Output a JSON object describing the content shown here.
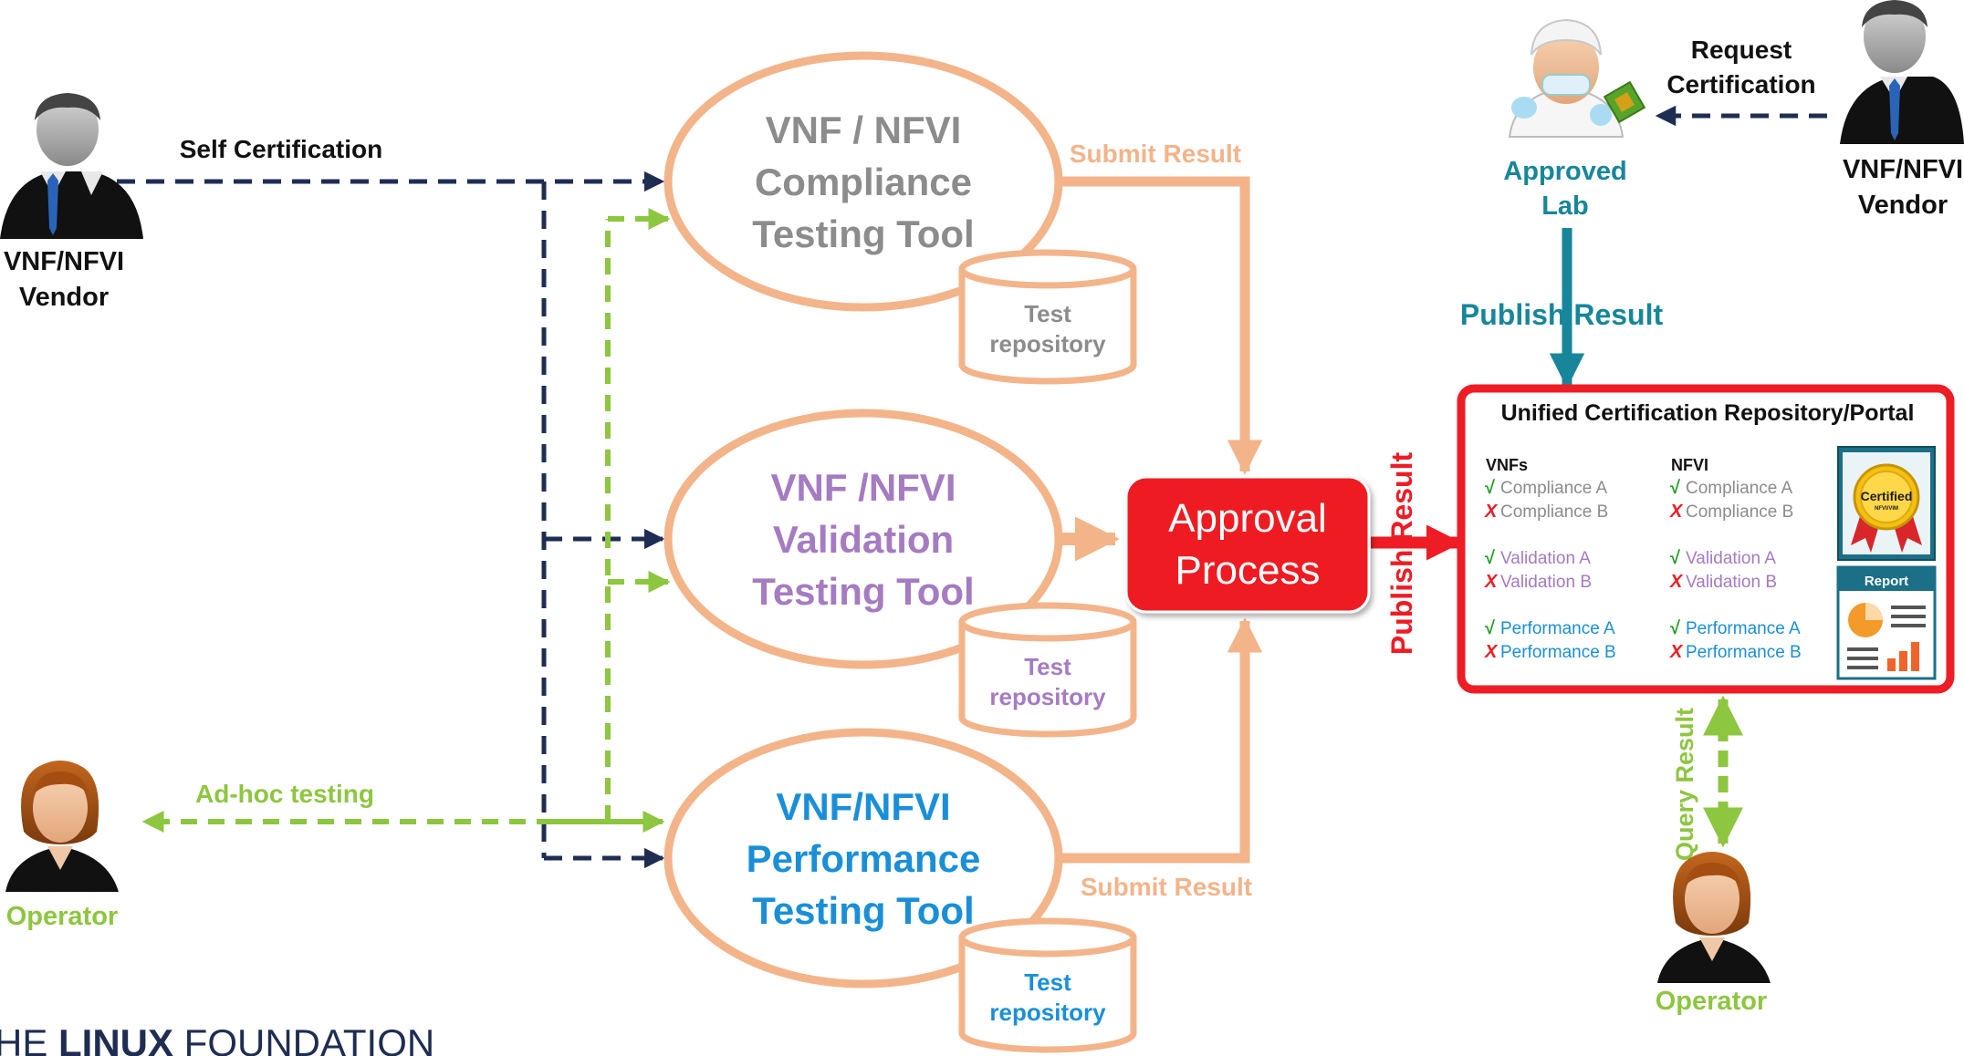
{
  "actors": {
    "vendor_left": {
      "line1": "VNF/NFVI",
      "line2": "Vendor"
    },
    "vendor_right": {
      "line1": "VNF/NFVI",
      "line2": "Vendor"
    },
    "operator_left": "Operator",
    "operator_right": "Operator",
    "approved_lab": {
      "line1": "Approved",
      "line2": "Lab"
    }
  },
  "flows": {
    "self_certification": "Self Certification",
    "adhoc_testing": "Ad-hoc testing",
    "request_certification": {
      "line1": "Request",
      "line2": "Certification"
    },
    "submit_result_top": "Submit Result",
    "submit_result_bottom": "Submit Result",
    "publish_result_lab": "Publish Result",
    "publish_result_approval": "Publish Result",
    "query_result": "Query Result"
  },
  "tools": {
    "compliance": {
      "line1": "VNF / NFVI",
      "line2": "Compliance",
      "line3": "Testing Tool"
    },
    "validation": {
      "line1": "VNF /NFVI",
      "line2": "Validation",
      "line3": "Testing Tool"
    },
    "performance": {
      "line1": "VNF/NFVI",
      "line2": "Performance",
      "line3": "Testing Tool"
    }
  },
  "repositories": {
    "compliance": {
      "line1": "Test",
      "line2": "repository"
    },
    "validation": {
      "line1": "Test",
      "line2": "repository"
    },
    "performance": {
      "line1": "Test",
      "line2": "repository"
    }
  },
  "approval": {
    "line1": "Approval",
    "line2": "Process"
  },
  "portal": {
    "title": "Unified Certification Repository/Portal",
    "columns": [
      {
        "header": "VNFs",
        "items": [
          {
            "mark": "√",
            "text": "Compliance A"
          },
          {
            "mark": "X",
            "text": "Compliance B"
          },
          {
            "mark": "√",
            "text": "Validation A"
          },
          {
            "mark": "X",
            "text": "Validation B"
          },
          {
            "mark": "√",
            "text": "Performance A"
          },
          {
            "mark": "X",
            "text": "Performance B"
          }
        ]
      },
      {
        "header": "NFVI",
        "items": [
          {
            "mark": "√",
            "text": "Compliance A"
          },
          {
            "mark": "X",
            "text": "Compliance B"
          },
          {
            "mark": "√",
            "text": "Validation A"
          },
          {
            "mark": "X",
            "text": "Validation B"
          },
          {
            "mark": "√",
            "text": "Performance A"
          },
          {
            "mark": "X",
            "text": "Performance B"
          }
        ]
      }
    ],
    "badge": {
      "line1": "Certified",
      "line2": "NFVI/VIM"
    },
    "report": "Report"
  },
  "footer_logo": {
    "text1": "HE ",
    "text2": "LINUX",
    "text3": " FOUNDATION"
  },
  "colors": {
    "navy": "#1f2d52",
    "green": "#8dc63f",
    "peach": "#f3b48a",
    "teal": "#17869a",
    "red": "#ee1c24",
    "gray_text": "#8c8c8c",
    "purple_text": "#a57bc1",
    "blue_text": "#1a8fd8"
  }
}
